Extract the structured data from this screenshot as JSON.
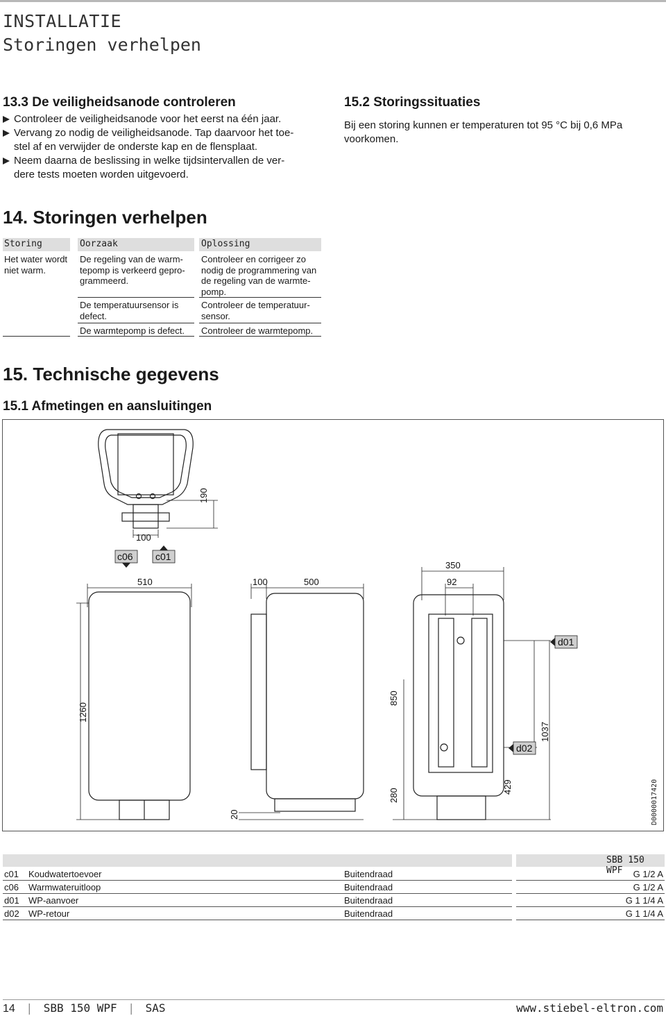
{
  "header": {
    "section": "INSTALLATIE",
    "title": "Storingen verhelpen"
  },
  "s13_3": {
    "heading": "13.3  De veiligheidsanode controleren",
    "bullets": [
      "Controleer de veiligheidsanode voor het eerst na één jaar.",
      "Vervang zo nodig de veiligheidsanode. Tap daarvoor het toe-\nstel af en verwijder de onderste kap en de flensplaat.",
      "Neem daarna de beslissing in welke tijdsintervallen de ver-\ndere tests moeten worden uitgevoerd."
    ]
  },
  "s15_2": {
    "heading": "15.2  Storingssituaties",
    "text": "Bij een storing kunnen er temperaturen tot 95 °C bij 0,6 MPa\nvoorkomen."
  },
  "s14": {
    "heading": "14.  Storingen verhelpen",
    "columns": [
      "Storing",
      "Oorzaak",
      "Oplossing"
    ],
    "rows": [
      {
        "storing": "Het water wordt\nniet warm.",
        "oorzaak": "De regeling van de warm-\ntepomp is verkeerd gepro-\ngrammeerd.",
        "oplossing": "Controleer en corrigeer zo\nnodig de programmering van\nde regeling van de warmte-\npomp."
      },
      {
        "storing": "",
        "oorzaak": "De temperatuursensor is\ndefect.",
        "oplossing": "Controleer de temperatuur-\nsensor."
      },
      {
        "storing": "",
        "oorzaak": "De warmtepomp is defect.",
        "oplossing": "Controleer de warmtepomp."
      }
    ]
  },
  "s15": {
    "heading": "15.  Technische gegevens"
  },
  "s15_1": {
    "heading": "15.1  Afmetingen en aansluitingen"
  },
  "figure": {
    "dims": {
      "d190": "190",
      "d100a": "100",
      "d510": "510",
      "d100b": "100",
      "d500": "500",
      "d350": "350",
      "d92": "92",
      "d1260": "1260",
      "d850": "850",
      "d1037": "1037",
      "d280": "280",
      "d429": "429",
      "d20": "20"
    },
    "labels": {
      "c06": "c06",
      "c01": "c01",
      "d01": "d01",
      "d02": "d02"
    },
    "code": "D0000017420"
  },
  "connections": {
    "product": "SBB 150 WPF",
    "rows": [
      {
        "code": "c01",
        "name": "Koudwatertoevoer",
        "type": "Buitendraad",
        "value": "G 1/2 A"
      },
      {
        "code": "c06",
        "name": "Warmwateruitloop",
        "type": "Buitendraad",
        "value": "G 1/2 A"
      },
      {
        "code": "d01",
        "name": "WP-aanvoer",
        "type": "Buitendraad",
        "value": "G 1 1/4 A"
      },
      {
        "code": "d02",
        "name": "WP-retour",
        "type": "Buitendraad",
        "value": "G 1 1/4 A"
      }
    ]
  },
  "footer": {
    "page": "14",
    "product": "SBB 150 WPF",
    "lang": "SAS",
    "url": "www.stiebel-eltron.com"
  }
}
